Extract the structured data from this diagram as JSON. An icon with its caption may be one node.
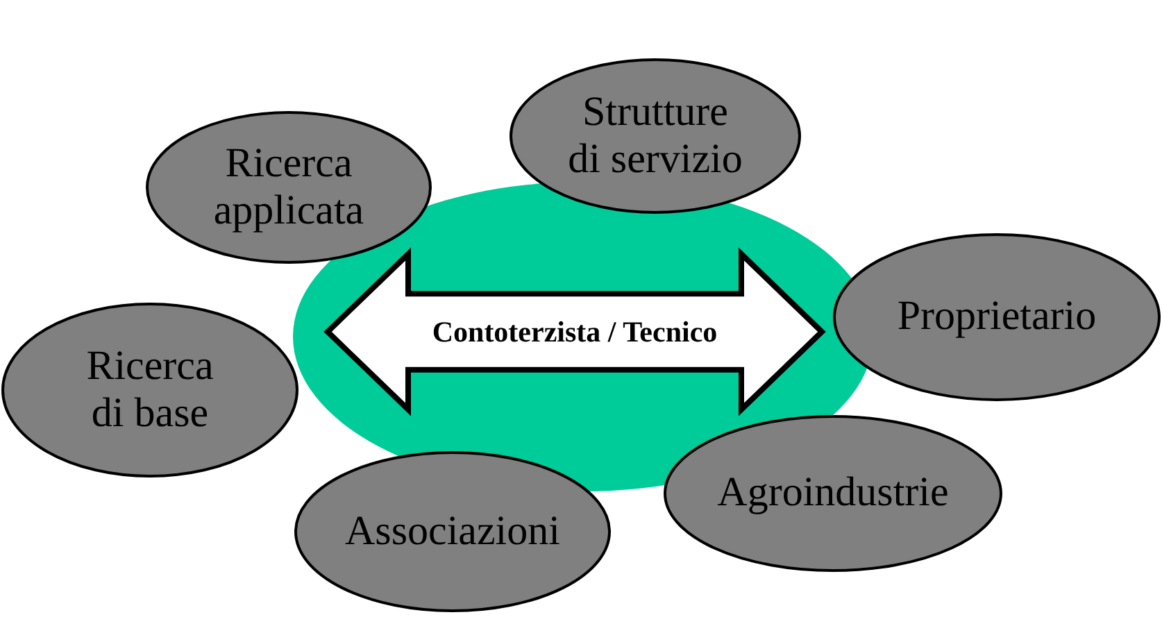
{
  "diagram": {
    "nodes": [
      {
        "text": [],
        "shape": "circle"
      },
      {
        "text": [
          "Contoterzista / Tecnico"
        ],
        "in": 0
      },
      {
        "text": [
          "Strutture di servizio"
        ]
      },
      {
        "text": [
          "Ricerca applicata"
        ]
      },
      {
        "text": [
          "Proprietario"
        ]
      },
      {
        "text": [
          "Ricerca di base"
        ]
      },
      {
        "text": [
          "Agroindustrie"
        ]
      },
      {
        "text": [
          "Associazioni"
        ]
      }
    ]
  }
}
